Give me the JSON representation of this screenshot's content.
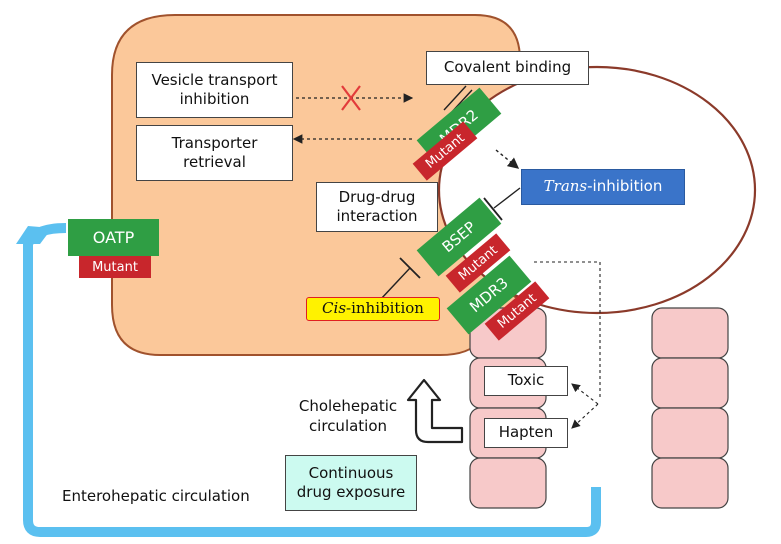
{
  "colors": {
    "hepatocyte_fill": "#fbc89a",
    "hepatocyte_stroke": "#a0522d",
    "canaliculus_stroke": "#8b3a2a",
    "transporter_green": "#2f9e44",
    "mutant_red": "#c8262c",
    "trans_inhibition_blue": "#3a74c9",
    "cis_inhibition_yellow": "#fff200",
    "continuous_exposure_cyan": "#ccfaf0",
    "cell_pink": "#f7c9c9",
    "circulation_arrow_blue": "#5bc0f0",
    "block_cross_red": "#e23b3b"
  },
  "labels": {
    "vesicle_transport_line1": "Vesicle transport",
    "vesicle_transport_line2": "inhibition",
    "transporter_retrieval_line1": "Transporter",
    "transporter_retrieval_line2": "retrieval",
    "covalent_binding": "Covalent binding",
    "drug_drug_line1": "Drug-drug",
    "drug_drug_line2": "interaction",
    "trans_prefix": "Trans",
    "trans_suffix": "-inhibition",
    "cis_prefix": "Cis",
    "cis_suffix": "-inhibition",
    "oatp": "OATP",
    "mdr2": "MDR2",
    "bsep": "BSEP",
    "mdr3": "MDR3",
    "mutant": "Mutant",
    "toxic": "Toxic",
    "hapten": "Hapten",
    "cholehepatic_line1": "Cholehepatic",
    "cholehepatic_line2": "circulation",
    "continuous_line1": "Continuous",
    "continuous_line2": "drug exposure",
    "enterohepatic": "Enterohepatic circulation"
  },
  "icons": {
    "block_mark": "red-x-cross",
    "cholehepatic_arrow": "hollow-up-arrow",
    "inhibition_bar": "t-bar-inhibitor"
  }
}
